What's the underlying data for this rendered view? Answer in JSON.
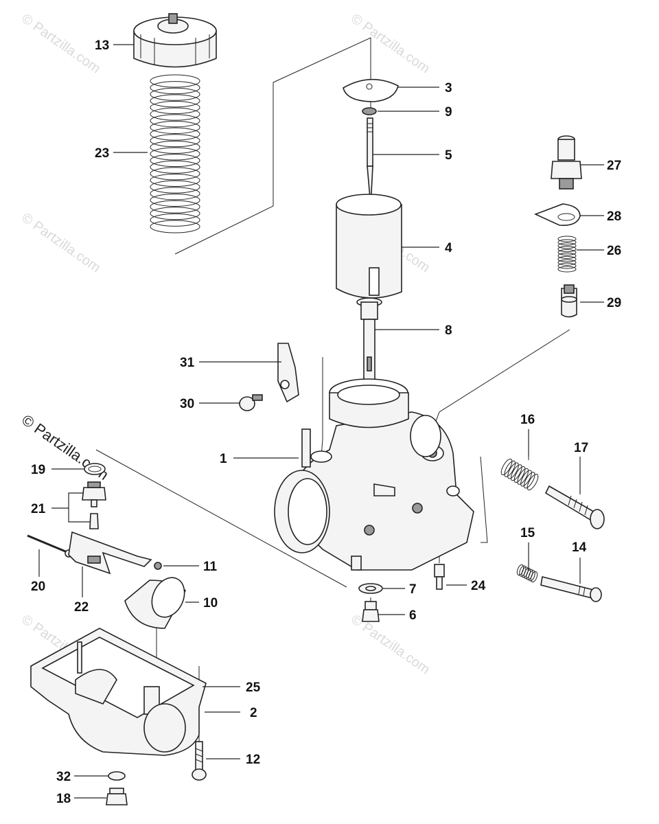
{
  "watermark": {
    "text": "© Partzilla.com",
    "main_text": "© Partzilla.com"
  },
  "callouts": {
    "p1": "1",
    "p2": "2",
    "p3": "3",
    "p4": "4",
    "p5": "5",
    "p6": "6",
    "p7": "7",
    "p8": "8",
    "p9": "9",
    "p10": "10",
    "p11": "11",
    "p12": "12",
    "p13": "13",
    "p14": "14",
    "p15": "15",
    "p16": "16",
    "p17": "17",
    "p18": "18",
    "p19": "19",
    "p20": "20",
    "p21": "21",
    "p22": "22",
    "p23": "23",
    "p24": "24",
    "p25": "25",
    "p26": "26",
    "p27": "27",
    "p28": "28",
    "p29": "29",
    "p30": "30",
    "p31": "31",
    "p32": "32"
  }
}
